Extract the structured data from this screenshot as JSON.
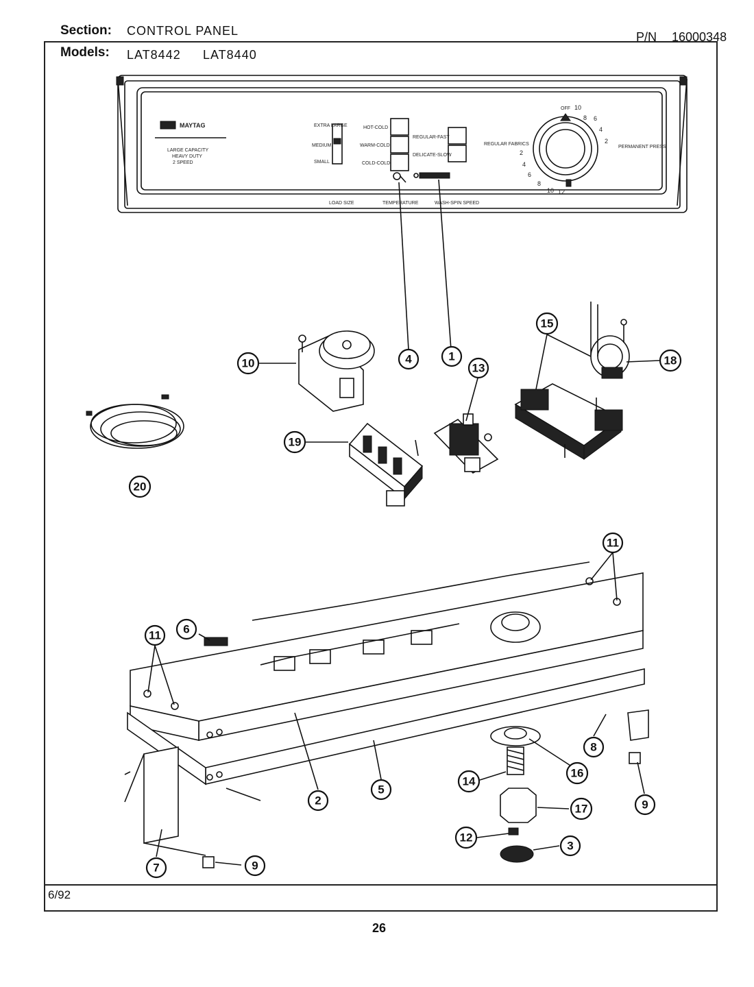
{
  "header": {
    "section_label": "Section:",
    "section_value": "CONTROL PANEL",
    "pn_label": "P/N",
    "pn_value": "16000348",
    "models_label": "Models:",
    "models": [
      "LAT8442",
      "LAT8440"
    ]
  },
  "panel": {
    "brand": "MAYTAG",
    "description_lines": [
      "LARGE CAPACITY",
      "HEAVY DUTY",
      "2 SPEED"
    ],
    "load_size_options": [
      "EXTRA LARGE",
      "MEDIUM",
      "SMALL"
    ],
    "temperature_options": [
      "HOT-COLD",
      "WARM-COLD",
      "COLD-COLD"
    ],
    "speed_options": [
      "REGULAR-FAST",
      "DELICATE-SLOW"
    ],
    "dial_left_label": "REGULAR FABRICS",
    "dial_right_label": "PERMANENT PRESS",
    "dial_off_label": "OFF",
    "dial_numbers_top": [
      "10",
      "8",
      "6",
      "4",
      "2"
    ],
    "dial_numbers_left": [
      "2",
      "4",
      "6",
      "8"
    ],
    "dial_numbers_bottom": [
      "10",
      "12"
    ],
    "bottom_labels": [
      "LOAD SIZE",
      "TEMPERATURE",
      "WASH-SPIN SPEED"
    ]
  },
  "callouts": [
    "1",
    "2",
    "3",
    "4",
    "5",
    "6",
    "7",
    "8",
    "9",
    "9",
    "10",
    "11",
    "11",
    "12",
    "13",
    "14",
    "15",
    "16",
    "17",
    "18",
    "19",
    "20"
  ],
  "footer": {
    "date": "6/92",
    "page": "26"
  }
}
